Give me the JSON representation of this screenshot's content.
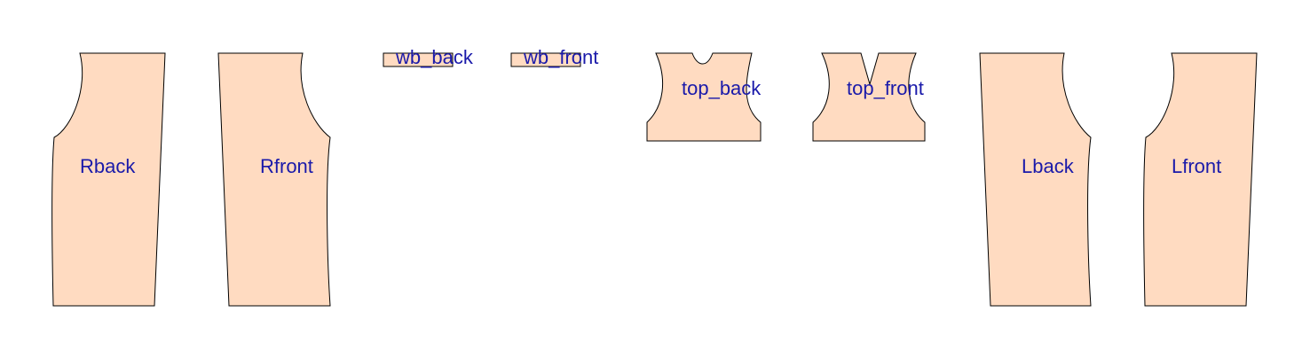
{
  "colors": {
    "piece_fill": "#ffdbc1",
    "piece_stroke": "#000000",
    "label": "#1a1aaa"
  },
  "pieces": [
    {
      "id": "rback",
      "label": "Rback"
    },
    {
      "id": "rfront",
      "label": "Rfront"
    },
    {
      "id": "wb-back",
      "label": "wb_back"
    },
    {
      "id": "wb-front",
      "label": "wb_front"
    },
    {
      "id": "top-back",
      "label": "top_back"
    },
    {
      "id": "top-front",
      "label": "top_front"
    },
    {
      "id": "lback",
      "label": "Lback"
    },
    {
      "id": "lfront",
      "label": "Lfront"
    }
  ]
}
